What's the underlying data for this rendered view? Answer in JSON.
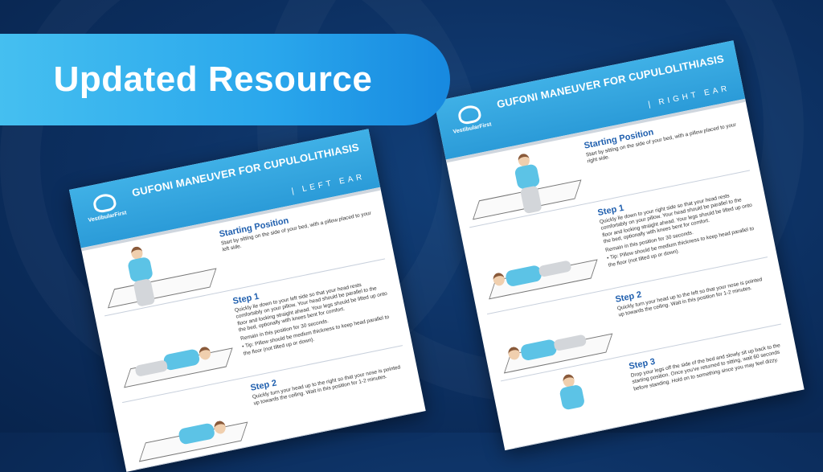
{
  "banner": {
    "label": "Updated Resource"
  },
  "brand": {
    "logo_text": "VestibularFirst"
  },
  "left_page": {
    "title": "Gufoni Maneuver for Cupulolithiasis",
    "subtitle": "| Left Ear",
    "steps": [
      {
        "heading": "Starting Position",
        "text": "Start by sitting on the side of your bed, with a pillow placed to your left side.",
        "extra": "",
        "tip": ""
      },
      {
        "heading": "Step 1",
        "text": "Quickly lie down to your left side so that your head rests comfortably on your pillow. Your head should be parallel to the floor and looking straight ahead. Your legs should be lifted up onto the bed, optionally with knees bent for comfort.",
        "extra": "Remain in this position for 30 seconds.",
        "tip": "• Tip: Pillow should be medium thickness to keep head parallel to the floor (not tilted up or down)."
      },
      {
        "heading": "Step 2",
        "text": "Quickly turn your head up to the right so that your nose is pointed up towards the ceiling. Wait in this position for 1-2 minutes.",
        "extra": "",
        "tip": ""
      }
    ]
  },
  "right_page": {
    "title": "Gufoni Maneuver for Cupulolithiasis",
    "subtitle": "| Right Ear",
    "steps": [
      {
        "heading": "Starting Position",
        "text": "Start by sitting on the side of your bed, with a pillow placed to your right side.",
        "extra": "",
        "tip": ""
      },
      {
        "heading": "Step 1",
        "text": "Quickly lie down to your right side so that your head rests comfortably on your pillow. Your head should be parallel to the floor and looking straight ahead. Your legs should be lifted up onto the bed, optionally with knees bent for comfort.",
        "extra": "Remain in this position for 30 seconds.",
        "tip": "• Tip: Pillow should be medium thickness to keep head parallel to the floor (not tilted up or down)."
      },
      {
        "heading": "Step 2",
        "text": "Quickly turn your head up to the left so that your nose is pointed up towards the ceiling. Wait in this position for 1-2 minutes.",
        "extra": "",
        "tip": ""
      },
      {
        "heading": "Step 3",
        "text": "Drop your legs off the side of the bed and slowly sit up back to the starting position. Once you've returned to sitting, wait 60 seconds before standing. Hold on to something since you may feel dizzy.",
        "extra": "",
        "tip": ""
      }
    ]
  },
  "colors": {
    "background": "#0c2f60",
    "banner": "#2aa7ec",
    "header": "#3aa8e0",
    "heading": "#1f5fae"
  }
}
